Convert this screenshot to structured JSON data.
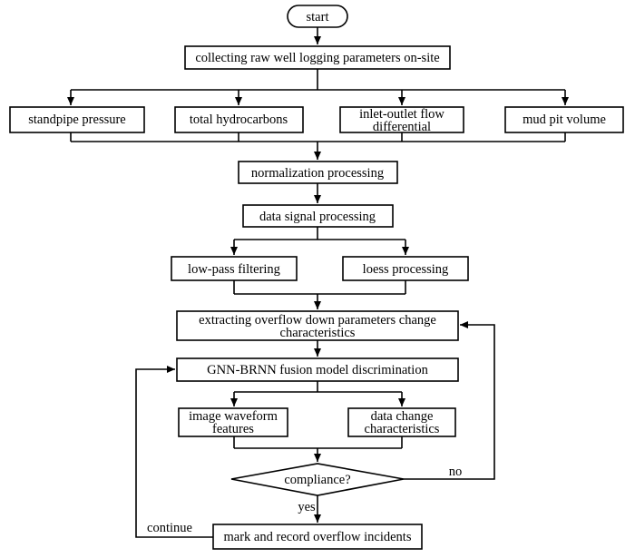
{
  "nodes": {
    "start": "start",
    "collect": "collecting raw well logging parameters on-site",
    "standpipe": "standpipe pressure",
    "hydrocarbons": "total hydrocarbons",
    "inlet_outlet_1": "inlet-outlet flow",
    "inlet_outlet_2": "differential",
    "mud_pit": "mud pit volume",
    "normalization": "normalization processing",
    "signal": "data signal processing",
    "lowpass": "low-pass  filtering",
    "loess": "loess processing",
    "extract_1": "extracting overflow down parameters change",
    "extract_2": "characteristics",
    "gnn": "GNN-BRNN fusion model discrimination",
    "image_wave_1": "image waveform",
    "image_wave_2": "features",
    "data_change_1": "data change",
    "data_change_2": "characteristics",
    "compliance": "compliance?",
    "mark": "mark and record overflow incidents"
  },
  "edge_labels": {
    "no": "no",
    "yes": "yes",
    "continue": "continue"
  }
}
